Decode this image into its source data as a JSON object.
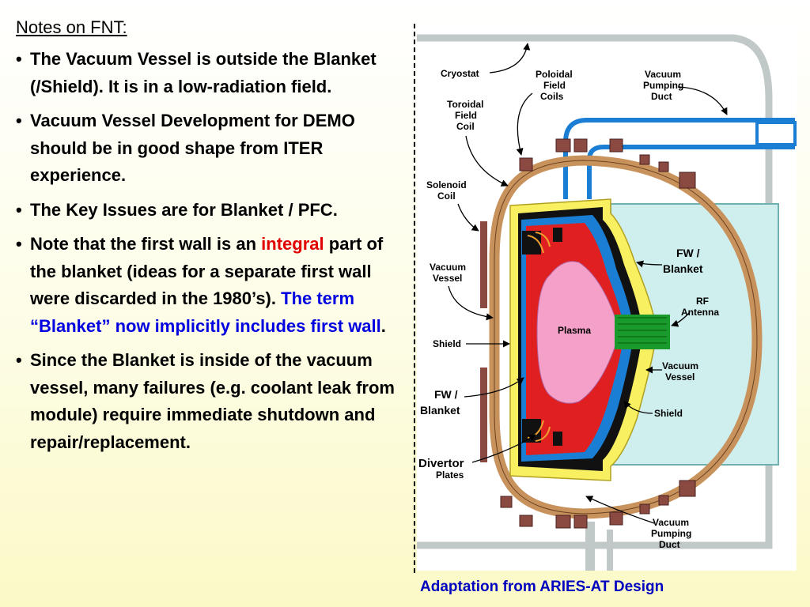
{
  "notes": {
    "title": "Notes on FNT:",
    "bullets": {
      "b1": "The Vacuum Vessel is outside the Blanket (/Shield). It is in a low-radiation field.",
      "b2": "Vacuum Vessel Development for DEMO should be in good shape from ITER experience.",
      "b3": "The Key Issues are for Blanket / PFC.",
      "b4": {
        "pre": "Note that the first wall is an",
        "highlight_red": "integral",
        "mid": "part of the blanket (ideas for a separate first wall were discarded in the 1980’s).",
        "highlight_blue": "The term “Blanket” now implicitly includes first wall",
        "post": "."
      },
      "b5": "Since the Blanket is inside of the vacuum vessel, many failures (e.g. coolant leak from module) require immediate shutdown and repair/replacement."
    }
  },
  "diagram": {
    "labels": {
      "cryostat": "Cryostat",
      "poloidal": [
        "Poloidal",
        "Field",
        "Coils"
      ],
      "pumping_top": [
        "Vacuum",
        "Pumping",
        "Duct"
      ],
      "toroidal": [
        "Toroidal",
        "Field",
        "Coil"
      ],
      "solenoid": [
        "Solenoid",
        "Coil"
      ],
      "vessel_left": [
        "Vacuum",
        "Vessel"
      ],
      "shield_left": "Shield",
      "fw_left": [
        "FW /",
        "Blanket"
      ],
      "divertor": [
        "Divertor",
        "Plates"
      ],
      "fw_right": [
        "FW /",
        "Blanket"
      ],
      "rf": [
        "RF",
        "Antenna"
      ],
      "plasma": "Plasma",
      "vessel_right": [
        "Vacuum",
        "Vessel"
      ],
      "shield_right": "Shield",
      "pumping_bottom": [
        "Vacuum",
        "Pumping",
        "Duct"
      ]
    },
    "colors": {
      "vessel": "#c8925c",
      "blanket": "#e02020",
      "shield": "#f8f060",
      "plasma": "#f4a0c8",
      "duct": "#1a7fd4",
      "cryostat": "#c0c8c8",
      "coil": "#8a4a42",
      "rf": "#1a9a2a",
      "backing": "#cfeeee"
    }
  },
  "caption": "Adaptation from ARIES-AT Design"
}
